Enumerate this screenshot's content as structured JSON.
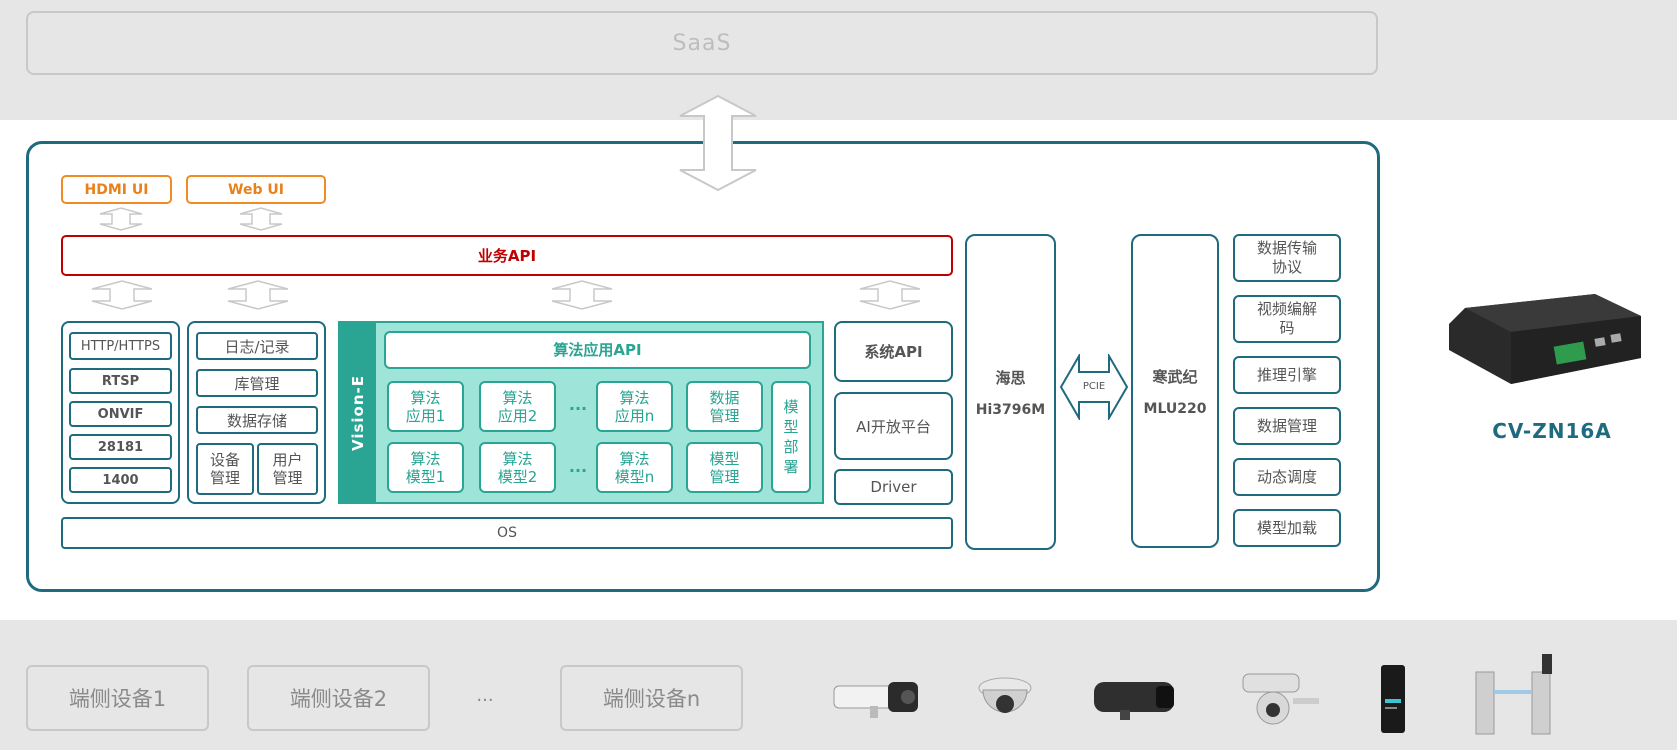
{
  "saas": {
    "label": "SaaS"
  },
  "ui": {
    "hdmi": "HDMI UI",
    "web": "Web UI"
  },
  "business_api": "业务API",
  "protocols": [
    "HTTP/HTTPS",
    "RTSP",
    "ONVIF",
    "28181",
    "1400"
  ],
  "management": {
    "log": "日志/记录",
    "library": "库管理",
    "storage": "数据存储",
    "device": "设备管理",
    "user": "用户管理"
  },
  "vision": {
    "name": "Vision-E",
    "api_title": "算法应用API",
    "apps": [
      "算法应用1",
      "算法应用2",
      "算法应用n"
    ],
    "models": [
      "算法模型1",
      "算法模型2",
      "算法模型n"
    ],
    "data_mgmt": "数据管理",
    "model_mgmt": "模型管理",
    "deploy": "模型部署",
    "ellipsis": "..."
  },
  "system": {
    "api": "系统API",
    "ai_platform": "AI开放平台",
    "driver": "Driver"
  },
  "os": "OS",
  "chip_hisi": {
    "name": "海思",
    "model": "Hi3796M"
  },
  "link": "PCIE",
  "chip_cambricon": {
    "name": "寒武纪",
    "model": "MLU220"
  },
  "services": [
    "数据传输协议",
    "视频编解码",
    "推理引擎",
    "数据管理",
    "动态调度",
    "模型加载"
  ],
  "product": "CV-ZN16A",
  "edge": {
    "devices": [
      "端侧设备1",
      "端侧设备2",
      "端侧设备n"
    ],
    "ellipsis": "..."
  },
  "colors": {
    "teal_border": "#1e6a7e",
    "green": "#2aa493",
    "mint": "#9ee4d8",
    "orange": "#f08a24",
    "red": "#c00000",
    "band": "#e6e6e6"
  },
  "icons": [
    "double-arrow-icon",
    "bullet-camera-icon",
    "dome-camera-icon",
    "box-camera-icon",
    "ptz-camera-icon",
    "access-terminal-icon",
    "turnstile-gate-icon",
    "edge-box-device-icon"
  ]
}
